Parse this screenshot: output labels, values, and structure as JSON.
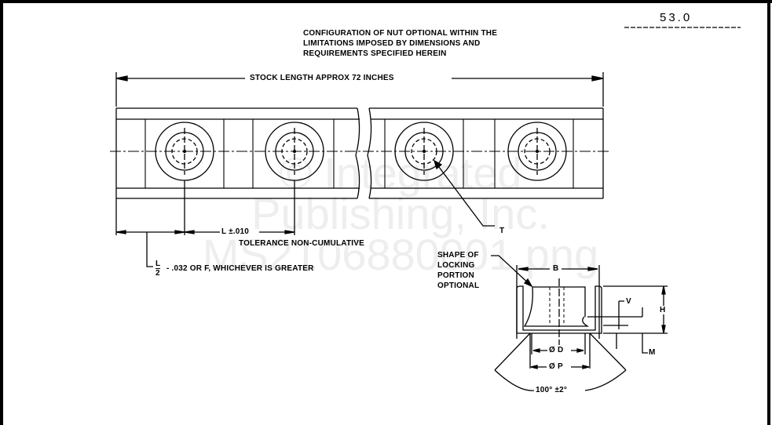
{
  "sheet_number": "53.0",
  "notes": {
    "config_line1": "CONFIGURATION OF NUT OPTIONAL WITHIN THE",
    "config_line2": "LIMITATIONS IMPOSED BY DIMENSIONS AND",
    "config_line3": "REQUIREMENTS SPECIFIED HEREIN",
    "stock_length": "STOCK LENGTH APPROX 72 INCHES",
    "pitch": "L ±.010",
    "tolerance": "TOLERANCE NON-CUMULATIVE",
    "end_num": "L",
    "end_den": "2",
    "end_rest": "- .032 OR F, WHICHEVER IS GREATER",
    "thread_label": "T",
    "shape_line1": "SHAPE OF",
    "shape_line2": "LOCKING",
    "shape_line3": "PORTION",
    "shape_line4": "OPTIONAL"
  },
  "detail": {
    "b": "B",
    "h": "H",
    "v": "V",
    "m": "M",
    "d": "Ø D",
    "p": "Ø P",
    "angle": "100° ±2°"
  },
  "watermark": {
    "line1": "© Integrated",
    "line2": "Publishing, Inc.",
    "line3": "MS2106880001.png"
  }
}
